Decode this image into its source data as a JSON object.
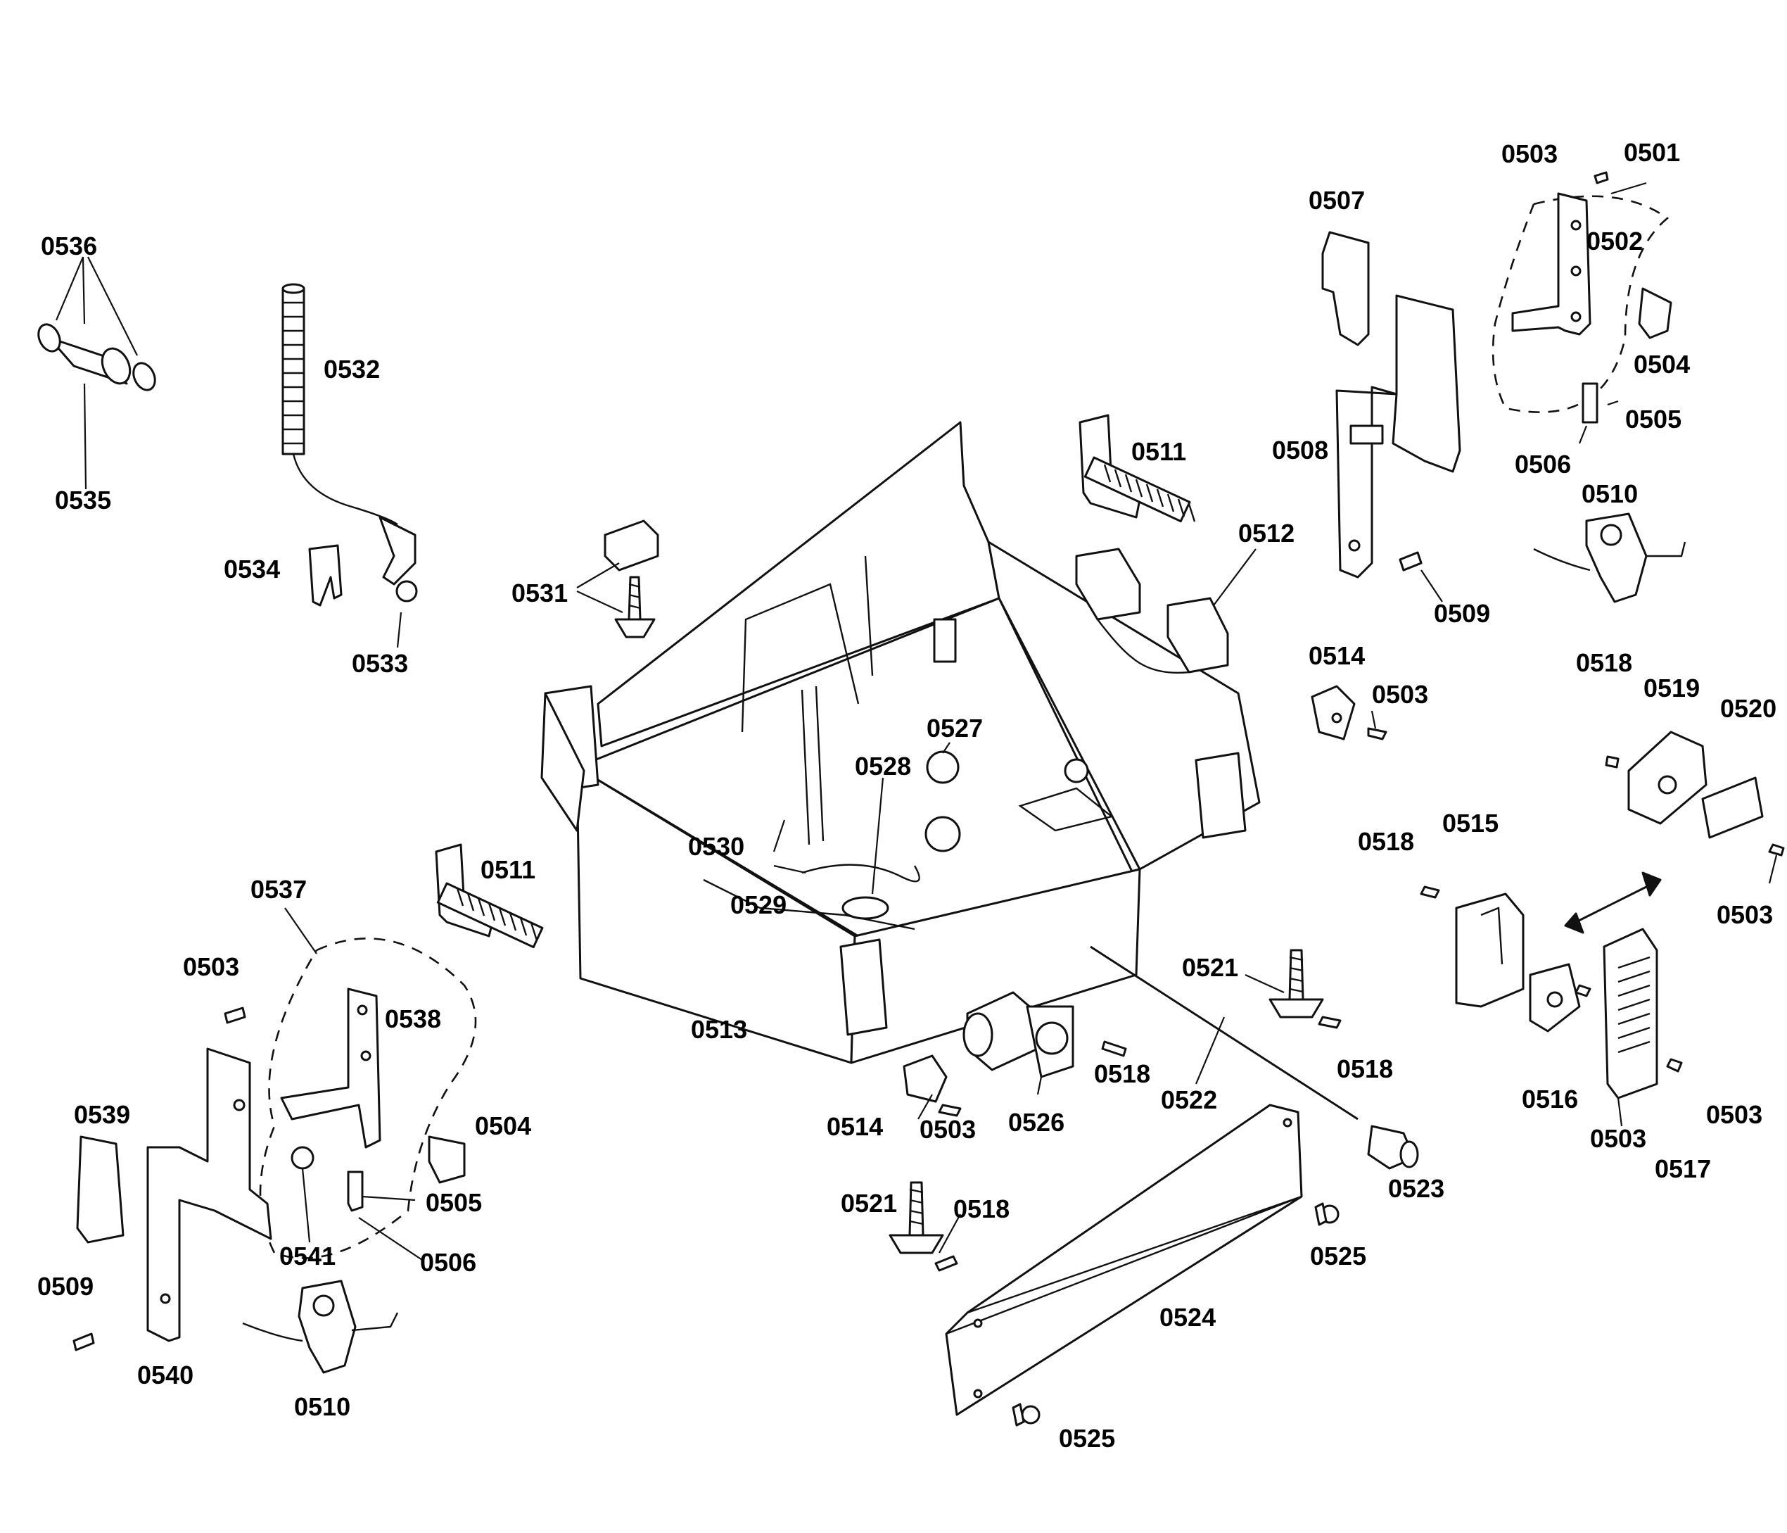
{
  "labels": {
    "p0501": "0501",
    "p0502": "0502",
    "p0503": "0503",
    "p0504": "0504",
    "p0505": "0505",
    "p0506": "0506",
    "p0507": "0507",
    "p0508": "0508",
    "p0509": "0509",
    "p0510": "0510",
    "p0511": "0511",
    "p0512": "0512",
    "p0513": "0513",
    "p0514": "0514",
    "p0515": "0515",
    "p0516": "0516",
    "p0517": "0517",
    "p0518": "0518",
    "p0519": "0519",
    "p0520": "0520",
    "p0521": "0521",
    "p0522": "0522",
    "p0523": "0523",
    "p0524": "0524",
    "p0525": "0525",
    "p0526": "0526",
    "p0527": "0527",
    "p0528": "0528",
    "p0529": "0529",
    "p0530": "0530",
    "p0531": "0531",
    "p0532": "0532",
    "p0533": "0533",
    "p0534": "0534",
    "p0535": "0535",
    "p0536": "0536",
    "p0537": "0537",
    "p0538": "0538",
    "p0539": "0539",
    "p0540": "0540",
    "p0541": "0541"
  }
}
